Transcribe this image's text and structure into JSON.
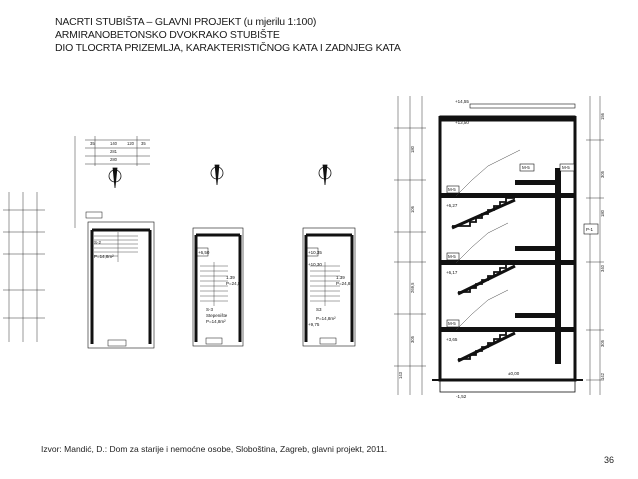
{
  "document": {
    "title_lines": [
      "NACRTI STUBIŠTA – GLAVNI PROJEKT (u mjerilu 1:100)",
      "ARMIRANOBETONSKO DVOKRAKO STUBIŠTE",
      "DIO TLOCRTA PRIZEMLJA, KARAKTERISTIČNOG KATA I ZADNJEG KATA"
    ],
    "source": "Izvor: Mandić, D.: Dom za starije i nemoćne osobe, Sloboština, Zagreb, glavni projekt, 2011.",
    "page_number": "36"
  },
  "drawings": {
    "plan_dims_top": [
      "35",
      "140",
      "120",
      "35",
      "281",
      "280"
    ],
    "plan_ground_labels": [
      "S-2",
      "P=14,8m²"
    ],
    "plan_typical_labels": [
      "S-3",
      "Stepenište",
      "P=14,8m²",
      "1.39",
      "P=24,8"
    ],
    "plan_top_labels": [
      "S3",
      "1.39",
      "P=24,8",
      "P=14,8m²"
    ],
    "plan_levels": [
      "+6,50",
      "+10,35",
      "+10,30",
      "+9,75"
    ],
    "section_levels": [
      "+14,55",
      "+13,50",
      "+6,27",
      "+6,17",
      "+3,65",
      "±0,00",
      "-1,52"
    ],
    "section_labels": [
      "M-5",
      "M-5",
      "M-5",
      "M-5",
      "M-5",
      "P-1"
    ],
    "section_dims_left": [
      "143",
      "305",
      "269,5",
      "106",
      "180"
    ],
    "section_dims_right": [
      "305",
      "340",
      "180",
      "305",
      "142",
      "156"
    ]
  }
}
